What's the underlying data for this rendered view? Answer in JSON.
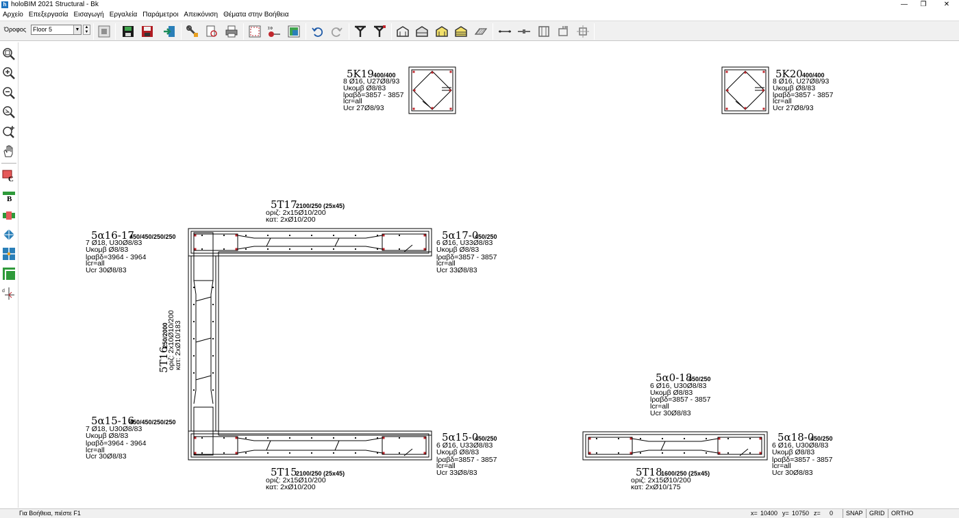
{
  "window": {
    "title": "holoBIM 2021 Structural - Bk",
    "icon_glyph": "h",
    "minimize": "—",
    "restore": "❐",
    "close": "✕"
  },
  "menu": [
    "Αρχείο",
    "Επεξεργασία",
    "Εισαγωγή",
    "Εργαλεία",
    "Παράμετροι",
    "Απεικόνιση",
    "Θέματα στην Βοήθεια"
  ],
  "toolbar": {
    "floor_label": "Όροφος",
    "floor_value": "Floor 5",
    "icons": [
      "stop-icon",
      "save-icon",
      "save-as-icon",
      "export-icon",
      "tools-icon",
      "preview-icon",
      "print-icon",
      "section-icon",
      "rebar-icon",
      "view-icon",
      "undo-icon",
      "redo-icon",
      "column-icon",
      "beam-icon",
      "frame-1-icon",
      "frame-2-icon",
      "frame-3-icon",
      "frame-4-icon",
      "slab-icon",
      "line-1-icon",
      "line-2-icon",
      "wall-icon",
      "grid-1-icon",
      "grid-2-icon"
    ]
  },
  "left_toolbar": {
    "icons": [
      "zoom-window-icon",
      "zoom-in-icon",
      "zoom-out-icon",
      "zoom-previous-icon",
      "zoom-all-icon",
      "pan-icon",
      "column-insert-icon",
      "beam-insert-icon",
      "footing-icon",
      "node-icon",
      "section-cut-icon",
      "wall-insert-icon",
      "dimension-icon"
    ],
    "column_letter": "C",
    "beam_letter": "B"
  },
  "drawing": {
    "k19": {
      "name": "5K19",
      "dims": "400/400",
      "lines": [
        "8 Ø16, U27Ø8/93",
        "Uκομβ Ø8/83",
        "lραβδ=3857 - 3857",
        "lcr=all",
        "Ucr 27Ø8/93"
      ]
    },
    "k20": {
      "name": "5K20",
      "dims": "400/400",
      "lines": [
        "8 Ø16, U27Ø8/93",
        "Uκομβ Ø8/83",
        "lραβδ=3857 - 3857",
        "lcr=all",
        "Ucr 27Ø8/93"
      ]
    },
    "t17": {
      "name": "5T17",
      "dims": "2100/250 (25x45)",
      "lines": [
        "οριζ: 2x15Ø10/200",
        "κατ: 2xØ10/200"
      ]
    },
    "a16_17": {
      "name": "5α16-17",
      "dims": "450/450/250/250",
      "lines": [
        "7 Ø18, U30Ø8/83",
        "Uκομβ Ø8/83",
        "lραβδ=3964 - 3964",
        "lcr=all",
        "Ucr 30Ø8/83"
      ]
    },
    "a17_0": {
      "name": "5α17-0",
      "dims": "450/250",
      "lines": [
        "6 Ø16, U33Ø8/83",
        "Uκομβ Ø8/83",
        "lραβδ=3857 - 3857",
        "lcr=all",
        "Ucr 33Ø8/83"
      ]
    },
    "t16": {
      "name": "5T16",
      "dims": "250/2000",
      "lines": [
        "οριζ: 2x10Ø10/200",
        "κατ: 2xØ10/183"
      ]
    },
    "a15_16": {
      "name": "5α15-16",
      "dims": "450/450/250/250",
      "lines": [
        "7 Ø18, U30Ø8/83",
        "Uκομβ Ø8/83",
        "lραβδ=3964 - 3964",
        "lcr=all",
        "Ucr 30Ø8/83"
      ]
    },
    "a15_0": {
      "name": "5α15-0",
      "dims": "450/250",
      "lines": [
        "6 Ø16, U33Ø8/83",
        "Uκομβ Ø8/83",
        "lραβδ=3857 - 3857",
        "lcr=all",
        "Ucr 33Ø8/83"
      ]
    },
    "t15": {
      "name": "5T15",
      "dims": "2100/250 (25x45)",
      "lines": [
        "οριζ: 2x15Ø10/200",
        "κατ: 2xØ10/200"
      ]
    },
    "a0_18": {
      "name": "5α0-18",
      "dims": "450/250",
      "lines": [
        "6 Ø16, U30Ø8/83",
        "Uκομβ Ø8/83",
        "lραβδ=3857 - 3857",
        "lcr=all",
        "Ucr 30Ø8/83"
      ]
    },
    "a18_0": {
      "name": "5α18-0",
      "dims": "450/250",
      "lines": [
        "6 Ø16, U30Ø8/83",
        "Uκομβ Ø8/83",
        "lραβδ=3857 - 3857",
        "lcr=all",
        "Ucr 30Ø8/83"
      ]
    },
    "t18": {
      "name": "5T18",
      "dims": "1600/250 (25x45)",
      "lines": [
        "οριζ: 2x15Ø10/200",
        "κατ: 2xØ10/175"
      ]
    }
  },
  "colors": {
    "rebar_red": "#c0262c",
    "line": "#000000",
    "toolbar_bg": "#f0f0f0"
  },
  "status": {
    "help": "Για Βοήθεια, πιέστε F1",
    "x_label": "x=",
    "x": "10400",
    "y_label": "y=",
    "y": "10750",
    "z_label": "z=",
    "z": "0",
    "snap": "SNAP",
    "grid": "GRID",
    "ortho": "ORTHO"
  }
}
